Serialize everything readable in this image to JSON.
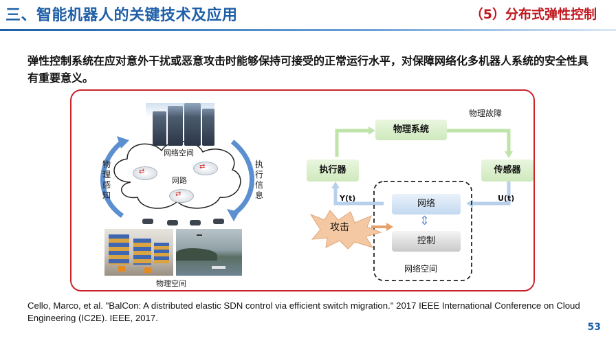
{
  "header": {
    "title": "三、智能机器人的关键技术及应用",
    "subtitle": "（5）分布式弹性控制"
  },
  "intro": "弹性控制系统在应对意外干扰或恶意攻击时能够保持可接受的正常运行水平，对保障网络化多机器人系统的安全性具有重要意义。",
  "left_diagram": {
    "cyber_space_label": "网络空间",
    "network_label": "网路",
    "physical_sensing": "物理感知",
    "execution_info": "执行信息",
    "physical_space_label": "物理空间"
  },
  "right_diagram": {
    "physical_fault": "物理故障",
    "physical_system": "物理系统",
    "actuator": "执行器",
    "sensor": "传感器",
    "y_signal": "Y(t)",
    "u_signal": "U(t)",
    "network": "网络",
    "control": "控制",
    "attack": "攻击",
    "cyber_space": "网络空间"
  },
  "citation": "Cello, Marco, et al. \"BalCon: A distributed elastic SDN control via efficient switch migration.\" 2017 IEEE International Conference on Cloud Engineering (IC2E). IEEE, 2017.",
  "page_number": "53",
  "colors": {
    "title_blue": "#1f5fa8",
    "accent_red": "#c0161d",
    "frame_red": "#c8242a"
  }
}
